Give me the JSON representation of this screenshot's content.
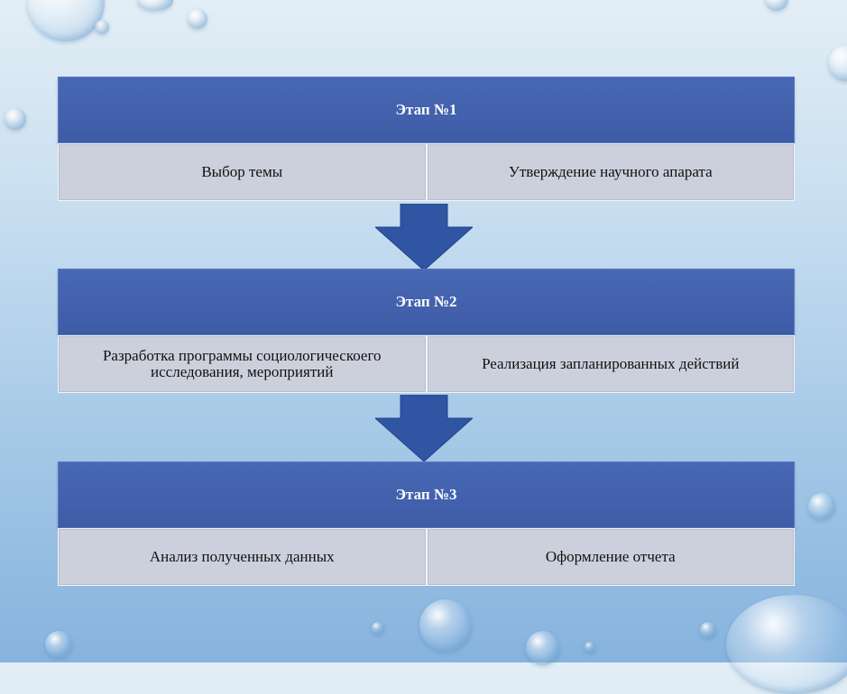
{
  "stages": [
    {
      "title": "Этап №1",
      "items": [
        "Выбор темы",
        "Утверждение научного апарата"
      ]
    },
    {
      "title": "Этап №2",
      "items": [
        "Разработка программы социологическоего исследования, мероприятий",
        "Реализация запланированных действий"
      ]
    },
    {
      "title": "Этап №3",
      "items": [
        "Анализ полученных данных",
        "Оформление отчета"
      ]
    }
  ],
  "colors": {
    "header": "#4868b4",
    "cell": "#ccd0dd",
    "arrow": "#2f55a3"
  },
  "icons": [
    "down-arrow-icon",
    "water-bubble"
  ]
}
